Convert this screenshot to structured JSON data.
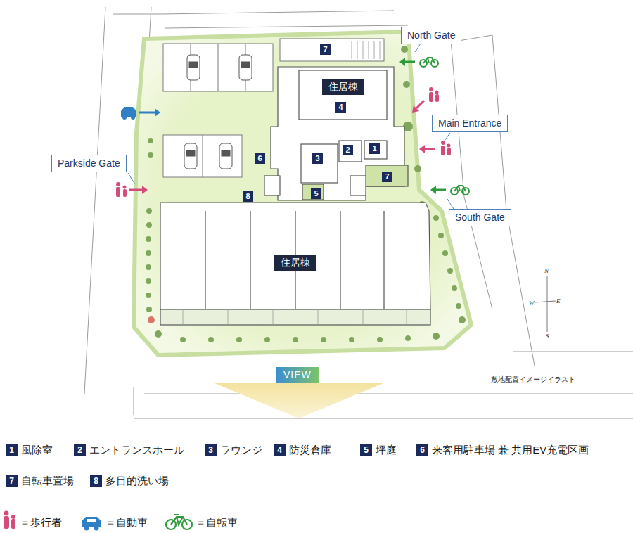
{
  "diagram": {
    "nodes": [
      {
        "text": [
          "North Gate"
        ]
      },
      {
        "text": [
          "住居棟"
        ]
      },
      {
        "text": [
          "Main Entrance"
        ]
      },
      {
        "text": [
          "Parkside Gate"
        ]
      },
      {
        "text": [
          "South Gate"
        ]
      },
      {
        "text": [
          "住居棟"
        ]
      },
      {
        "text": [
          "VIEW"
        ]
      }
    ],
    "labels": [
      "7",
      "4",
      "1",
      "2",
      "3",
      "6",
      "7",
      "8",
      "5",
      "1",
      "2",
      "3",
      "4",
      "5",
      "6",
      "7",
      "8",
      "N",
      "W",
      "E",
      "S",
      "敷地配置イメージイラスト"
    ],
    "legend": [
      {
        "text": "風除室"
      },
      {
        "text": "エントランスホール"
      },
      {
        "text": "ラウンジ"
      },
      {
        "text": "防災倉庫"
      },
      {
        "text": "坪庭"
      },
      {
        "text": "来客用駐車場 兼 共用EV充電区画"
      },
      {
        "text": "自転車置場"
      },
      {
        "text": "多目的洗い場"
      },
      {
        "text": "＝歩行者"
      },
      {
        "text": "＝自動車"
      },
      {
        "text": "＝自転車"
      }
    ]
  }
}
